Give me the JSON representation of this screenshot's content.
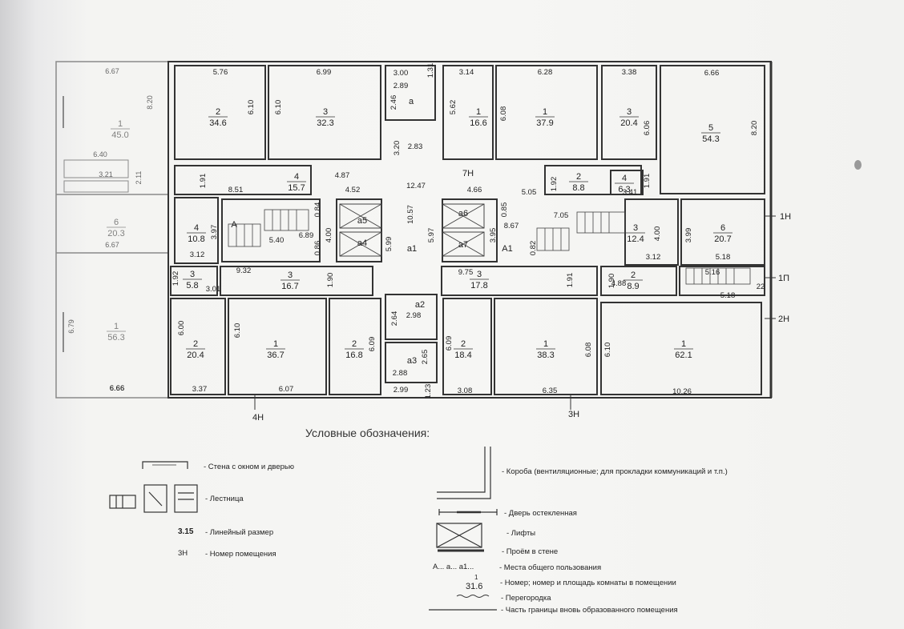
{
  "plan": {
    "rooms": [
      {
        "id": "w1",
        "num": "1",
        "area": "45.0",
        "side": "faded"
      },
      {
        "id": "w2",
        "num": "6",
        "area": "20.3",
        "side": "faded"
      },
      {
        "id": "w3",
        "num": "1",
        "area": "56.3",
        "side": "faded"
      },
      {
        "id": "r2",
        "num": "2",
        "area": "34.6"
      },
      {
        "id": "r3",
        "num": "3",
        "area": "32.3"
      },
      {
        "id": "ra",
        "num": "а",
        "area": ""
      },
      {
        "id": "r1b",
        "num": "1",
        "area": "16.6"
      },
      {
        "id": "r1c",
        "num": "1",
        "area": "37.9"
      },
      {
        "id": "r3b",
        "num": "3",
        "area": "20.4"
      },
      {
        "id": "r5",
        "num": "5",
        "area": "54.3"
      },
      {
        "id": "r4",
        "num": "4",
        "area": "15.7"
      },
      {
        "id": "r2b",
        "num": "2",
        "area": "8.8"
      },
      {
        "id": "r4b",
        "num": "4",
        "area": "6.3"
      },
      {
        "id": "r4c",
        "num": "4",
        "area": "10.8"
      },
      {
        "id": "rA",
        "num": "A",
        "area": ""
      },
      {
        "id": "ra5",
        "num": "а5",
        "area": ""
      },
      {
        "id": "ra4",
        "num": "а4",
        "area": ""
      },
      {
        "id": "ra6",
        "num": "а6",
        "area": ""
      },
      {
        "id": "ra7",
        "num": "а7",
        "area": ""
      },
      {
        "id": "ra1",
        "num": "а1",
        "area": ""
      },
      {
        "id": "rA1",
        "num": "A1",
        "area": ""
      },
      {
        "id": "r3c",
        "num": "3",
        "area": "12.4"
      },
      {
        "id": "r6",
        "num": "6",
        "area": "20.7"
      },
      {
        "id": "r3d",
        "num": "3",
        "area": "5.8"
      },
      {
        "id": "r3e",
        "num": "3",
        "area": "16.7"
      },
      {
        "id": "r3f",
        "num": "3",
        "area": "17.8"
      },
      {
        "id": "r2c",
        "num": "2",
        "area": "8.9"
      },
      {
        "id": "ra2",
        "num": "а2",
        "area": ""
      },
      {
        "id": "ra3",
        "num": "а3",
        "area": ""
      },
      {
        "id": "r2d",
        "num": "2",
        "area": "20.4"
      },
      {
        "id": "r1d",
        "num": "1",
        "area": "36.7"
      },
      {
        "id": "r2e",
        "num": "2",
        "area": "16.8"
      },
      {
        "id": "r2f",
        "num": "2",
        "area": "18.4"
      },
      {
        "id": "r1e",
        "num": "1",
        "area": "38.3"
      },
      {
        "id": "r1f",
        "num": "1",
        "area": "62.1"
      }
    ],
    "dims": {
      "d_667t": "6.67",
      "d_820a": "8.20",
      "d_640": "6.40",
      "d_321": "3.21",
      "d_211": "2.11",
      "d_667m": "6.67",
      "d_679": "6.79",
      "d_666": "6.66",
      "d_576": "5.76",
      "d_610a": "6.10",
      "d_610b": "6.10",
      "d_699": "6.99",
      "d_300": "3.00",
      "d_131": "1.31",
      "d_289": "2.89",
      "d_246": "2.46",
      "d_320": "3.20",
      "d_283": "2.83",
      "d_314": "3.14",
      "d_562": "5.62",
      "d_628": "6.28",
      "d_608a": "6.08",
      "d_338": "3.38",
      "d_606": "6.06",
      "d_666b": "6.66",
      "d_820b": "8.20",
      "d_191a": "1.91",
      "d_851": "8.51",
      "d_487": "4.87",
      "d_452": "4.52",
      "d_1247": "12.47",
      "d_466": "4.66",
      "d_505": "5.05",
      "d_192a": "1.92",
      "d_191b": "1.91",
      "d_341": "3.41",
      "d_397": "3.97",
      "d_084": "0.84",
      "d_540": "5.40",
      "d_689": "6.89",
      "d_400a": "4.00",
      "d_086": "0.86",
      "d_312a": "3.12",
      "d_1057": "10.57",
      "d_599": "5.99",
      "d_597": "5.97",
      "d_085": "0.85",
      "d_705": "7.05",
      "d_395": "3.95",
      "d_867": "8.67",
      "d_082": "0.82",
      "d_400b": "4.00",
      "d_399": "3.99",
      "d_312b": "3.12",
      "d_518a": "5.18",
      "d_192b": "1.92",
      "d_301": "3.01",
      "d_932": "9.32",
      "d_190a": "1.90",
      "d_975": "9.75",
      "d_191c": "1.91",
      "d_488": "4.88",
      "d_190b": "1.90",
      "d_516": "5.16",
      "d_22": "22",
      "d_518b": "5.18",
      "d_264": "2.64",
      "d_298": "2.98",
      "d_600": "6.00",
      "d_610c": "6.10",
      "d_609a": "6.09",
      "d_609b": "6.09",
      "d_608b": "6.08",
      "d_610d": "6.10",
      "d_265": "2.65",
      "d_288": "2.88",
      "d_299": "2.99",
      "d_123": "1.23",
      "d_337": "3.37",
      "d_607": "6.07",
      "d_308": "3.08",
      "d_635": "6.35",
      "d_1026": "10.26",
      "d_666c": "6.66"
    },
    "labels": {
      "l_7h": "7Н",
      "l_1h": "1Н",
      "l_1p": "1П",
      "l_2h": "2Н",
      "l_4h": "4Н",
      "l_3h": "3Н"
    }
  },
  "legend": {
    "title": "Условные обозначения:",
    "items": {
      "wall": "- Стена с окном и дверью",
      "stair": "- Лестница",
      "dim_sample": "3.15",
      "dim": "- Линейный размер",
      "room_sample": "3Н",
      "room_no": "- Номер помещения",
      "shaft": "- Короба  (вентиляционные; для прокладки коммуникаций и т.п.)",
      "glazed_door": "- Дверь остекленная",
      "lift": "- Лифты",
      "opening": "- Проём в стене",
      "common_sample": "А... а... а1...",
      "common": "- Места общего пользования",
      "num_sample_top": "1",
      "num_sample": "31.6",
      "num": "- Номер; номер и площадь комнаты в помещении",
      "partition": "- Перегородка",
      "boundary": "- Часть границы вновь образованного помещения"
    }
  }
}
